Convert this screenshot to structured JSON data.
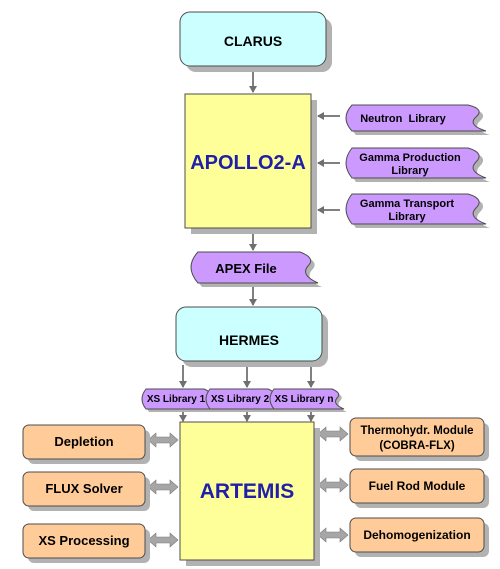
{
  "nodes": {
    "clarus": "CLARUS",
    "apollo": "APOLLO2-A",
    "hermes": "HERMES",
    "artemis": "ARTEMIS"
  },
  "libraries": {
    "neutron": [
      "Neutron  Library"
    ],
    "gamma_production": [
      "Gamma Production",
      "Library"
    ],
    "gamma_transport": [
      "Gamma Transport",
      "Library"
    ]
  },
  "apex_file": "APEX File",
  "xs_libraries": [
    "XS Library 1",
    "XS Library 2",
    "XS Library n"
  ],
  "left_modules": [
    "Depletion",
    "FLUX Solver",
    "XS Processing"
  ],
  "right_modules": {
    "thermohydr": [
      "Thermohydr. Module",
      "(COBRA-FLX)"
    ],
    "fuel_rod": [
      "Fuel Rod Module"
    ],
    "dehomogenization": [
      "Dehomogenization"
    ]
  },
  "colors": {
    "cyan": "#ccffff",
    "yellow": "#ffff99",
    "purple": "#cc99ff",
    "orange": "#ffcc99",
    "shadow": "#b2b2b2",
    "blue_text": "#1f1fa8"
  }
}
